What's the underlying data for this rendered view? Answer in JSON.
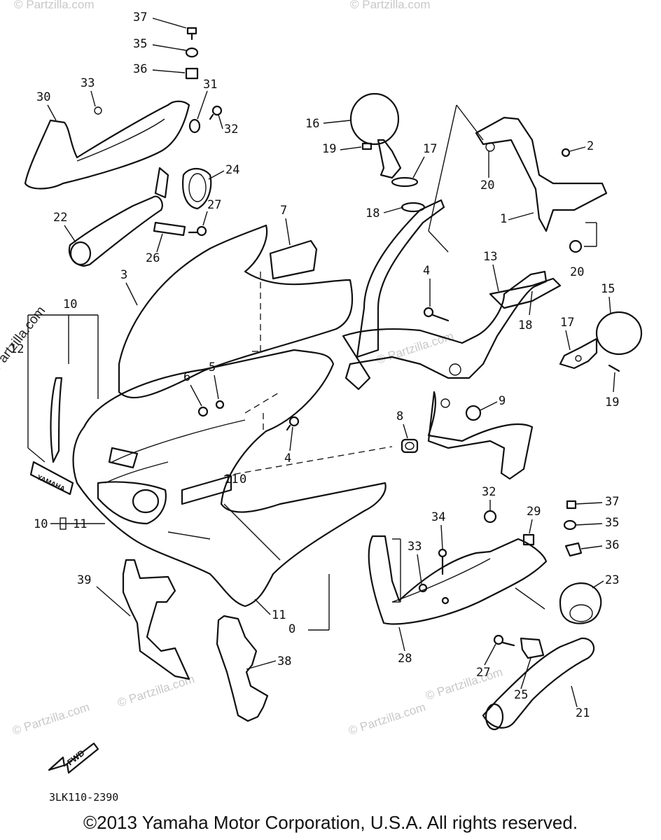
{
  "watermark": {
    "text": "© Partzilla.com",
    "side_text": "© Partzilla.com"
  },
  "diagram_code": "3LK110-2390",
  "copyright": "©2013  Yamaha Motor Corporation, U.S.A. All rights reserved.",
  "labels": {
    "fwd": "FWD",
    "yamaha_decal": "YAMAHA"
  },
  "callouts": {
    "c37a": "37",
    "c35a": "35",
    "c36a": "36",
    "c33a": "33",
    "c31": "31",
    "c30": "30",
    "c32a": "32",
    "c24": "24",
    "c27a": "27",
    "c22": "22",
    "c26": "26",
    "c7": "7",
    "c3": "3",
    "c16": "16",
    "c19a": "19",
    "c17a": "17",
    "c18a": "18",
    "c2": "2",
    "c20a": "20",
    "c1": "1",
    "c20b": "20",
    "c13": "13",
    "c4a": "4",
    "c15": "15",
    "c18b": "18",
    "c17b": "17",
    "c19b": "19",
    "c9": "9",
    "c8": "8",
    "c6": "6",
    "c5": "5",
    "c4b": "4",
    "c10": "10",
    "c12": "12",
    "c11a": "11",
    "c10a": "0",
    "c10b": "10",
    "c11b": "11",
    "c32b": "32",
    "c34": "34",
    "c29": "29",
    "c37b": "37",
    "c35b": "35",
    "c33b": "33",
    "c36b": "36",
    "c23": "23",
    "c39": "39",
    "c11c": "11",
    "c10c": "0",
    "c38": "38",
    "c28": "28",
    "c27b": "27",
    "c25": "25",
    "c21": "21"
  },
  "colors": {
    "ink": "#111111",
    "watermark": "#c8c8c8",
    "background": "#ffffff"
  }
}
